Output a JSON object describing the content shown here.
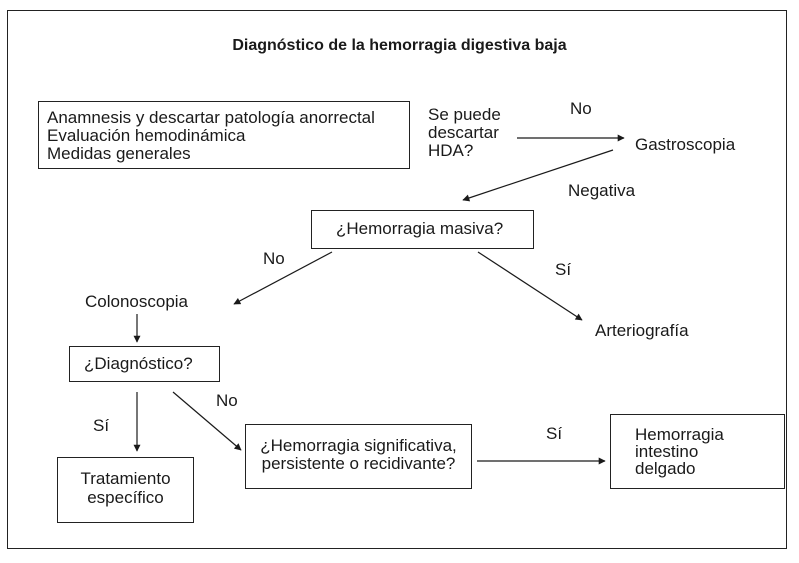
{
  "title": "Diagnóstico de la hemorragia digestiva baja",
  "nodes": {
    "initial": {
      "lines": [
        "Anamnesis y descartar patología anorrectal",
        "Evaluación hemodinámica",
        "Medidas generales"
      ]
    },
    "question_hda": {
      "lines": [
        "Se puede",
        "descartar",
        "HDA?"
      ]
    },
    "gastroscopia": {
      "label": "Gastroscopia"
    },
    "hemorragia_masiva": {
      "label": "¿Hemorragia masiva?"
    },
    "colonoscopia": {
      "label": "Colonoscopia"
    },
    "arteriografia": {
      "label": "Arteriografía"
    },
    "diagnostico": {
      "label": "¿Diagnóstico?"
    },
    "tratamiento": {
      "lines": [
        "Tratamiento",
        "específico"
      ]
    },
    "hemorragia_significativa": {
      "lines": [
        "¿Hemorragia significativa,",
        "persistente o recidivante?"
      ]
    },
    "intestino_delgado": {
      "lines": [
        "Hemorragia",
        "intestino",
        "delgado"
      ]
    }
  },
  "edges": {
    "hda_to_gastroscopia": "No",
    "gastroscopia_to_masiva": "Negativa",
    "masiva_to_colonoscopia": "No",
    "masiva_to_arteriografia": "Sí",
    "diagnostico_to_tratamiento": "Sí",
    "diagnostico_to_significativa": "No",
    "significativa_to_intestino": "Sí"
  }
}
